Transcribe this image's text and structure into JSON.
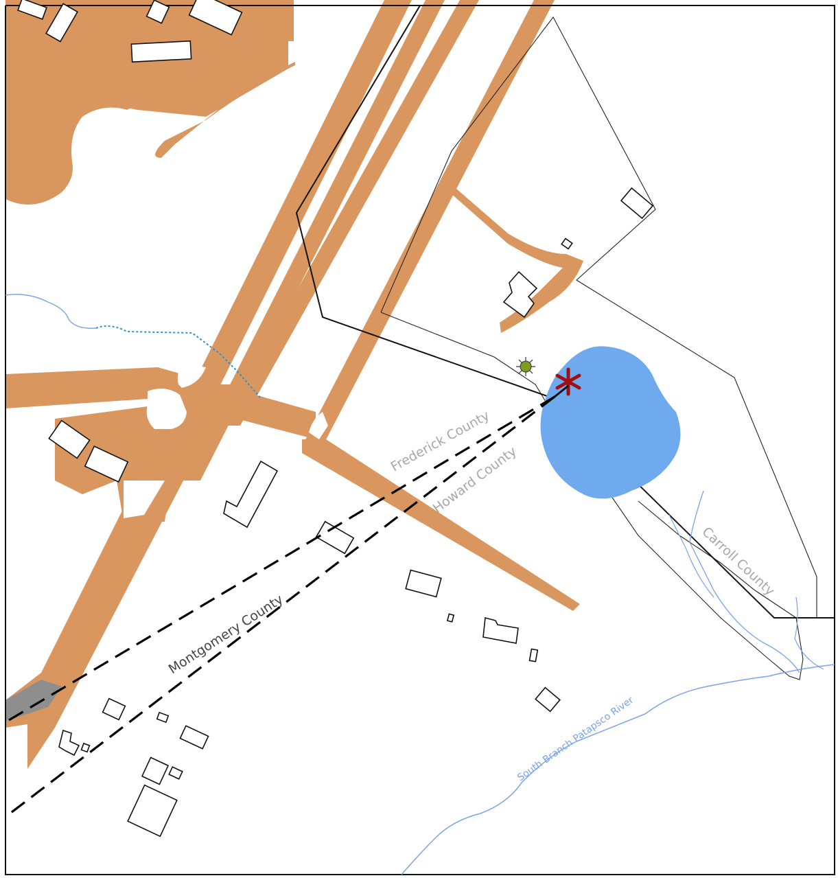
{
  "colors": {
    "road": "#d9975f",
    "water_stream": "#7aa3e8",
    "intermittent_stream": "#2a8fd6",
    "pond": "#6fa9ee",
    "site_marker": "#a01010",
    "symbol": "#7f9b1f",
    "county_label": "#a8a8a8",
    "river_label": "#7aa3e8"
  },
  "labels": {
    "frederick": "Frederick County",
    "howard": "Howard County",
    "carroll": "Carroll County",
    "montgomery": "Montgomery County",
    "river": "South Branch Patapsco River"
  },
  "symbols": {
    "site": "asterisk-marker",
    "feature": "sun-symbol-icon"
  }
}
